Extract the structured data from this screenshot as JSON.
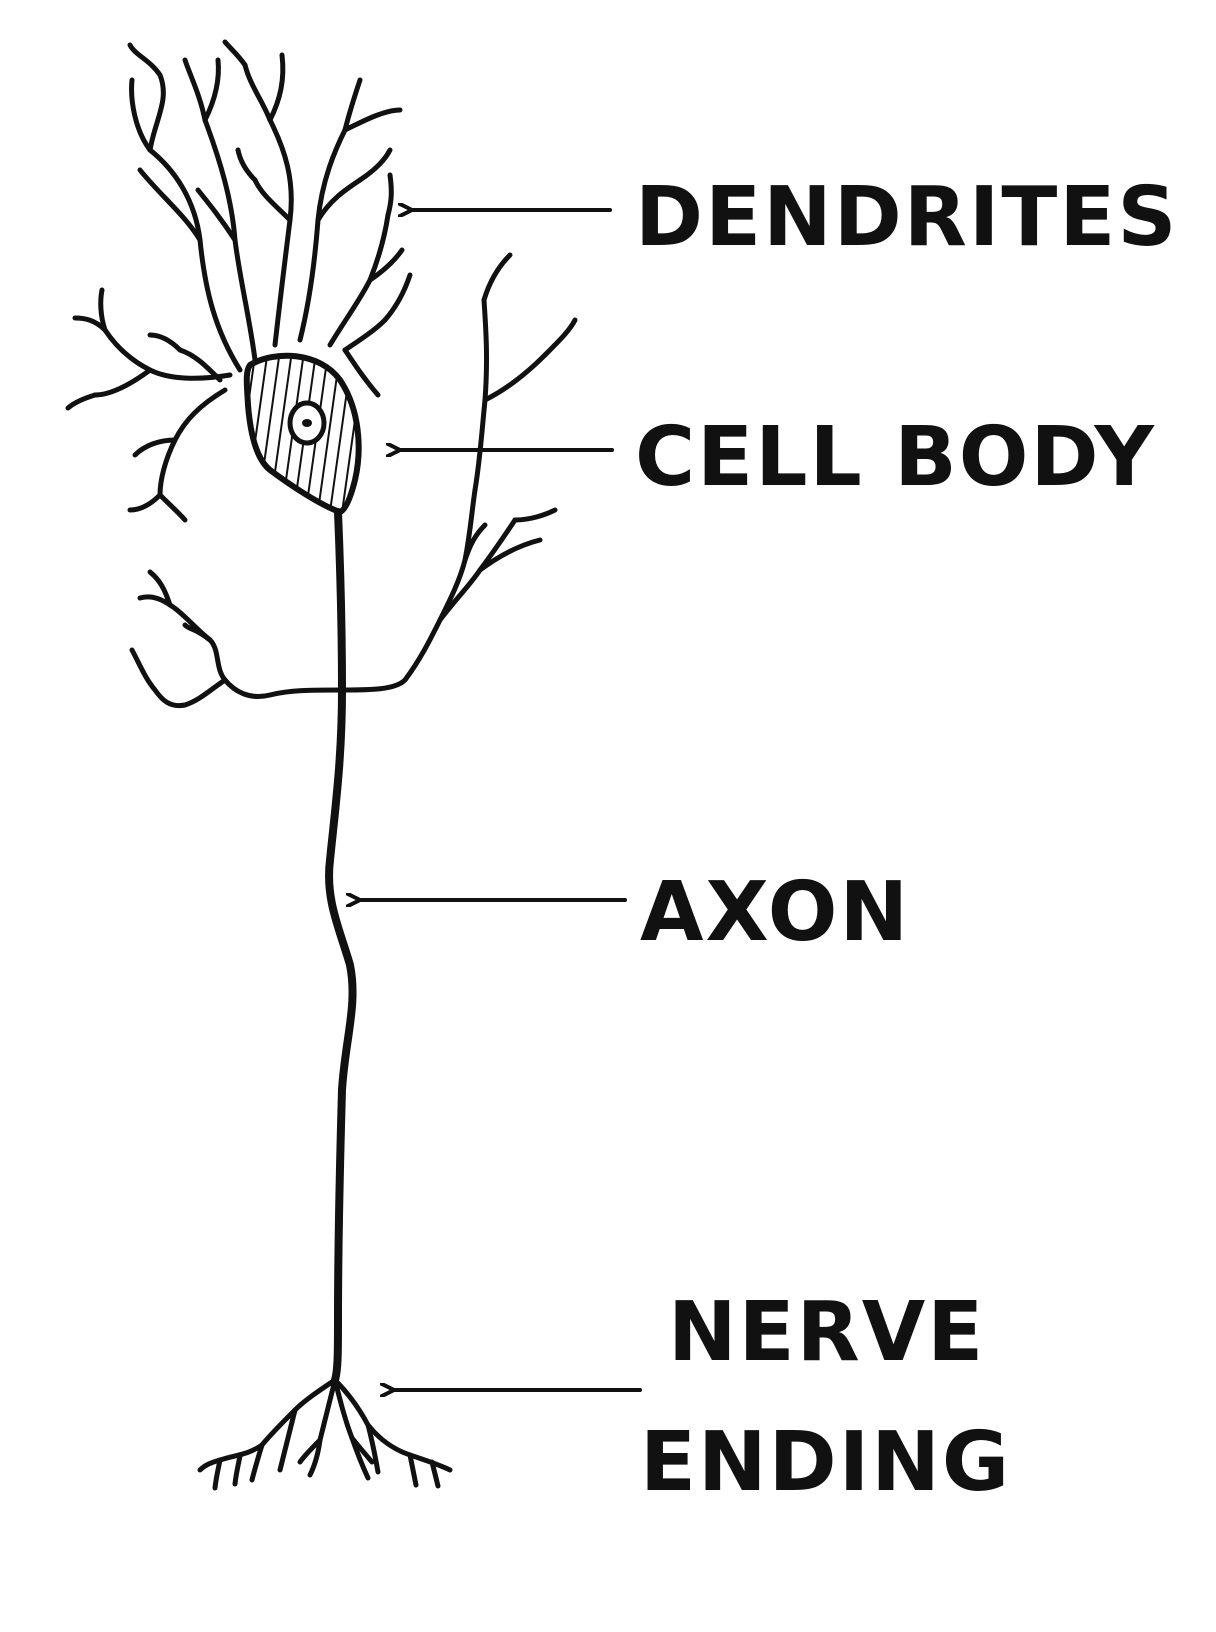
{
  "labels": {
    "dendrites": "DENDRITES",
    "cell_body": "CELL BODY",
    "axon": "AXON",
    "nerve_ending_line1": "NERVE",
    "nerve_ending_line2": "ENDING"
  },
  "colors": {
    "ink": "#111111",
    "background": "#ffffff"
  }
}
